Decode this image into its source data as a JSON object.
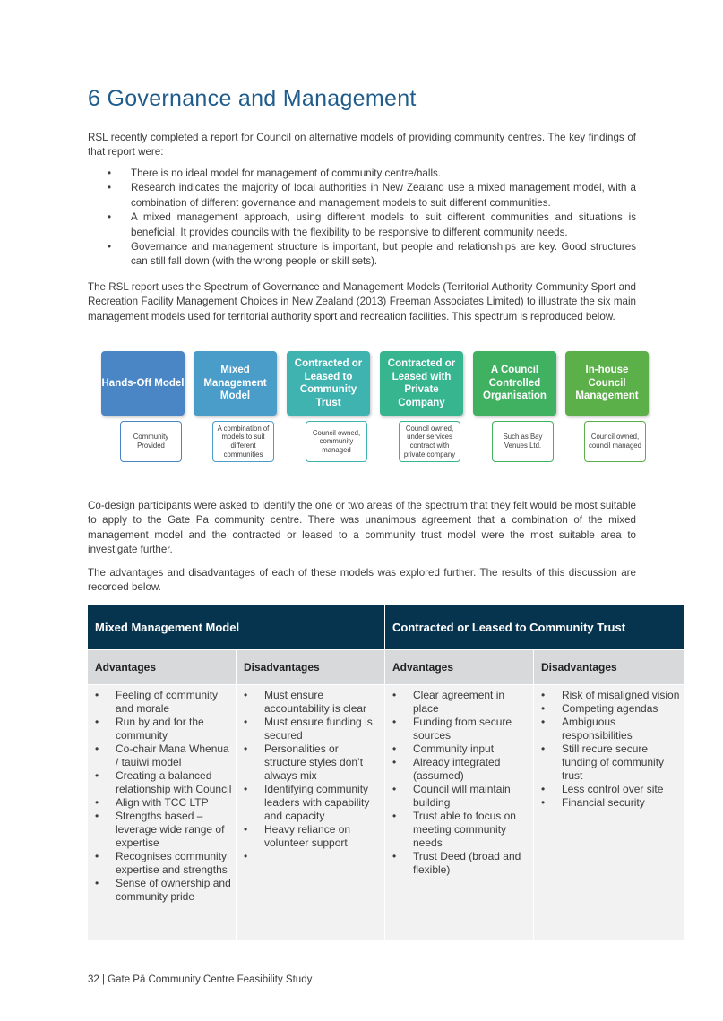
{
  "title": "6  Governance and Management",
  "intro": "RSL recently completed a report for Council on alternative models of providing community centres. The key findings of that report were:",
  "bullets": [
    "There is no ideal model for management of community centre/halls.",
    "Research indicates the majority of local authorities in New Zealand use a mixed management model, with a combination of different governance and management models to suit different communities.",
    "A mixed management approach, using different models to suit different communities and situations is beneficial. It provides councils with the flexibility to be responsive to different community needs.",
    "Governance and management structure is important, but people and relationships are key. Good structures can still fall down (with the wrong people or skill sets)."
  ],
  "spectrum_intro": "The RSL report uses the Spectrum of Governance and Management Models (Territorial Authority Community Sport and Recreation Facility Management Choices in New Zealand (2013) Freeman Associates Limited) to illustrate the six main management models used for territorial authority sport and recreation facilities. This spectrum is reproduced below.",
  "spectrum": [
    {
      "label": "Hands-Off Model",
      "desc": "Community Provided",
      "color": "#4a86c5"
    },
    {
      "label": "Mixed Management Model",
      "desc": "A combination of models to suit different communities",
      "color": "#4b9dc9"
    },
    {
      "label": "Contracted or Leased to Community Trust",
      "desc": "Council owned, community managed",
      "color": "#3fb3b0"
    },
    {
      "label": "Contracted or Leased with Private Company",
      "desc": "Council owned, under services contract with private company",
      "color": "#36b58f"
    },
    {
      "label": "A Council Controlled Organisation",
      "desc": "Such as Bay Venues Ltd.",
      "color": "#3fb161"
    },
    {
      "label": "In-house Council Management",
      "desc": "Council owned, council managed",
      "color": "#5cb04a"
    }
  ],
  "codesign": "Co-design participants were asked to identify the one or two areas of the spectrum that they felt would be most suitable to apply to the Gate Pa community centre. There was unanimous agreement that a combination of the mixed management model and the contracted or leased to a community trust model were the most suitable area to investigate further.",
  "advantages_intro": "The advantages and disadvantages of each of these models was explored further. The results of this discussion are recorded below.",
  "table": {
    "headers": [
      "Mixed Management Model",
      "Contracted or Leased to Community Trust"
    ],
    "subheaders": [
      "Advantages",
      "Disadvantages",
      "Advantages",
      "Disadvantages"
    ],
    "columns": [
      [
        "Feeling of community and morale",
        "Run by and for the community",
        "Co-chair Mana Whenua / tauiwi model",
        "Creating a balanced relationship with Council",
        "Align with TCC LTP",
        "Strengths based – leverage wide range of expertise",
        "Recognises community expertise and strengths",
        "Sense of ownership and community pride"
      ],
      [
        "Must ensure accountability is clear",
        "Must ensure funding is secured",
        "Personalities or structure styles don’t always mix",
        "Identifying community leaders with capability and capacity",
        "Heavy reliance on volunteer support",
        ""
      ],
      [
        "Clear agreement in place",
        "Funding from secure sources",
        "Community input",
        "Already integrated (assumed)",
        "Council will maintain building",
        "Trust able to focus on meeting community needs",
        "Trust Deed (broad and flexible)"
      ],
      [
        "Risk of misaligned vision",
        "Competing agendas",
        "Ambiguous responsibilities",
        "Still recure secure funding of community trust",
        "Less control over site",
        "Financial security"
      ]
    ]
  },
  "footer": "32 | Gate Pā Community Centre Feasibility Study"
}
